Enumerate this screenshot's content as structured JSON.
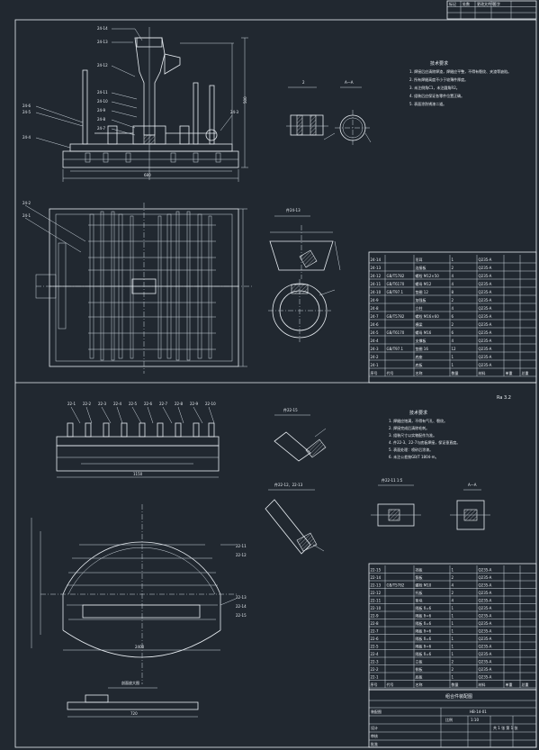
{
  "section_labels": {
    "view_2": "2",
    "view_aa": "A—A",
    "view_aa_lower": "A—A",
    "roughness": "Ra 3.2",
    "scale_note": "1:1"
  },
  "callouts_top": [
    "24-14",
    "24-13",
    "24-12",
    "24-11",
    "24-10",
    "24-9",
    "24-8",
    "24-7",
    "24-6",
    "24-5",
    "24-4",
    "24-3",
    "24-2",
    "24-1"
  ],
  "callouts_lower": [
    "22-1",
    "22-2",
    "22-3",
    "22-4",
    "22-5",
    "22-6",
    "22-7",
    "22-8",
    "22-9",
    "22-10",
    "22-11",
    "22-12",
    "22-13",
    "22-14",
    "22-15"
  ],
  "tech_notes_top": {
    "title": "技术要求",
    "lines": [
      "1. 焊接后应清除焊渣，焊缝应平整，不得有裂纹、夹渣等缺陷。",
      "2. 所有焊缝高度不小于较薄件厚度。",
      "3. 未注倒角C1，未注圆角R2。",
      "4. 组装后应保证各零件位置正确。",
      "5. 表面涂防锈漆二道。"
    ]
  },
  "tech_notes_lower": {
    "title": "技术要求",
    "lines": [
      "1. 焊缝应饱满，不得有气孔、裂纹。",
      "2. 焊接完成后清除毛刺。",
      "3. 组装尺寸以实物配作为准。",
      "4. 件22-3、22-7与底板焊接，保证垂直度。",
      "5. 表面处理：喷砂后涂漆。",
      "6. 未注公差按GB/T 1804-m。"
    ]
  },
  "bom_top": {
    "rows": [
      [
        "24-14",
        "",
        "吊耳",
        "1",
        "Q235-A",
        "",
        ""
      ],
      [
        "24-13",
        "",
        "连接板",
        "2",
        "Q235-A",
        "",
        ""
      ],
      [
        "24-12",
        "GB/T5782",
        "螺栓 M12×50",
        "4",
        "Q235-A",
        "",
        ""
      ],
      [
        "24-11",
        "GB/T6170",
        "螺母 M12",
        "4",
        "Q235-A",
        "",
        ""
      ],
      [
        "24-10",
        "GB/T97.1",
        "垫圈 12",
        "8",
        "Q235-A",
        "",
        ""
      ],
      [
        "24-9",
        "",
        "加强板",
        "2",
        "Q235-A",
        "",
        ""
      ],
      [
        "24-8",
        "",
        "立柱",
        "4",
        "Q235-A",
        "",
        ""
      ],
      [
        "24-7",
        "GB/T5782",
        "螺栓 M16×60",
        "6",
        "Q235-A",
        "",
        ""
      ],
      [
        "24-6",
        "",
        "横梁",
        "2",
        "Q235-A",
        "",
        ""
      ],
      [
        "24-5",
        "GB/T6170",
        "螺母 M16",
        "6",
        "Q235-A",
        "",
        ""
      ],
      [
        "24-4",
        "",
        "支撑板",
        "4",
        "Q235-A",
        "",
        ""
      ],
      [
        "24-3",
        "GB/T97.1",
        "垫圈 16",
        "12",
        "Q235-A",
        "",
        ""
      ],
      [
        "24-2",
        "",
        "底座",
        "1",
        "Q235-A",
        "",
        ""
      ],
      [
        "24-1",
        "",
        "底板",
        "1",
        "Q235-A",
        "",
        ""
      ]
    ],
    "header": [
      "序号",
      "代号",
      "名称",
      "数量",
      "材料",
      "单重",
      "总重"
    ]
  },
  "bom_lower": {
    "rows": [
      [
        "22-15",
        "",
        "挡板",
        "1",
        "Q235-A",
        "",
        ""
      ],
      [
        "22-14",
        "",
        "筋板",
        "2",
        "Q235-A",
        "",
        ""
      ],
      [
        "22-13",
        "GB/T5782",
        "螺栓 M10",
        "4",
        "Q235-A",
        "",
        ""
      ],
      [
        "22-12",
        "",
        "托板",
        "2",
        "Q235-A",
        "",
        ""
      ],
      [
        "22-11",
        "",
        "垫块",
        "4",
        "Q235-A",
        "",
        ""
      ],
      [
        "22-10",
        "",
        "隔板 δ=6",
        "1",
        "Q235-A",
        "",
        ""
      ],
      [
        "22-9",
        "",
        "隔板 δ=6",
        "1",
        "Q235-A",
        "",
        ""
      ],
      [
        "22-8",
        "",
        "隔板 δ=6",
        "1",
        "Q235-A",
        "",
        ""
      ],
      [
        "22-7",
        "",
        "隔板 δ=6",
        "1",
        "Q235-A",
        "",
        ""
      ],
      [
        "22-6",
        "",
        "隔板 δ=6",
        "1",
        "Q235-A",
        "",
        ""
      ],
      [
        "22-5",
        "",
        "隔板 δ=6",
        "1",
        "Q235-A",
        "",
        ""
      ],
      [
        "22-4",
        "",
        "隔板 δ=6",
        "1",
        "Q235-A",
        "",
        ""
      ],
      [
        "22-3",
        "",
        "立板",
        "2",
        "Q235-A",
        "",
        ""
      ],
      [
        "22-2",
        "",
        "侧板",
        "2",
        "Q235-A",
        "",
        ""
      ],
      [
        "22-1",
        "",
        "底板",
        "1",
        "Q235-A",
        "",
        ""
      ]
    ],
    "header": [
      "序号",
      "代号",
      "名称",
      "数量",
      "材料",
      "单重",
      "总重"
    ]
  },
  "title_block": {
    "name": "组合件装配图",
    "drawing_no": "HB-14-01",
    "scale_label": "比例",
    "scale": "1:10",
    "sheet_label": "共 1 张  第 1 张",
    "designer": "设计",
    "checker": "审核",
    "approver": "批准",
    "company": "装配图"
  },
  "revision_block": {
    "rows": [
      [
        "标记",
        "处数",
        "更改文件号",
        "签字"
      ],
      [
        "",
        "",
        "",
        ""
      ],
      [
        "",
        "",
        "",
        ""
      ]
    ]
  },
  "dims": {
    "top_width": "680",
    "top_height": "500",
    "lower_width": "1150",
    "arc_width": "2400",
    "bottom_width": "720"
  },
  "detail_labels": {
    "d1": "件24-13",
    "d2": "件22-15",
    "d3": "件22-12、22-13",
    "d4": "件22-11 1:5",
    "section_lower": "剖面放大图"
  }
}
